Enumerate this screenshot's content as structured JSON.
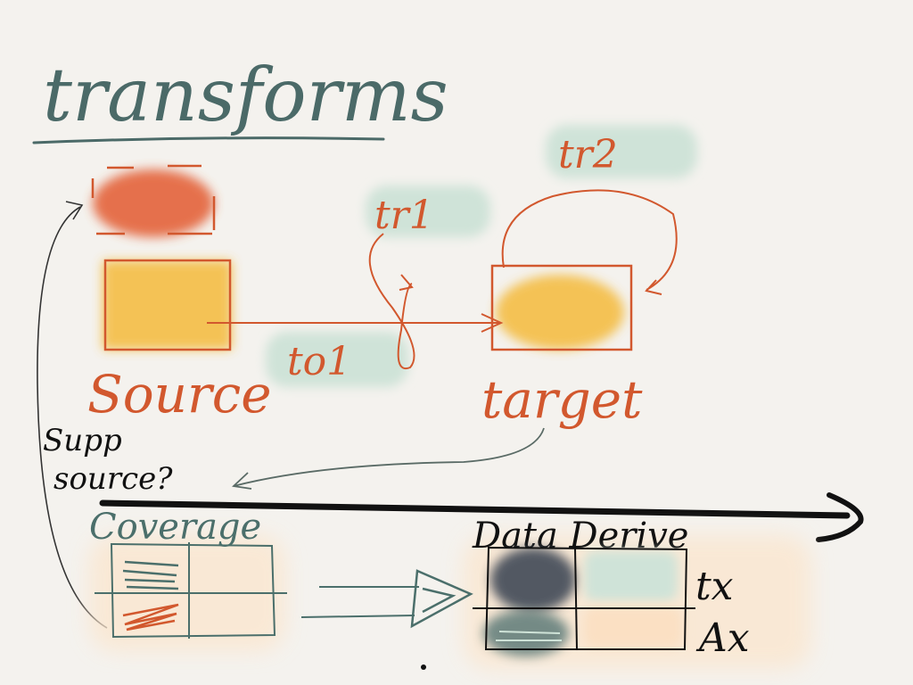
{
  "title": "transforms",
  "labels": {
    "source": "Source",
    "target": "target",
    "to1": "to1",
    "tr1": "tr1",
    "tr2": "tr2",
    "supp_line1": "Supp",
    "supp_line2": "source?",
    "coverage": "Coverage",
    "data_derive": "Data Derive",
    "tx": "tx",
    "ax": "Ax"
  },
  "colors": {
    "ink_orange": "#d2582e",
    "ink_teal": "#4b6f6b",
    "ink_black": "#111111",
    "ink_gray": "#5a6b66",
    "wash_orange": "#e4643a",
    "wash_yellow": "#f4bd44",
    "wash_green": "#cfe3d8",
    "wash_peach": "#fbe6cf",
    "wash_slate": "#3f4a57"
  }
}
